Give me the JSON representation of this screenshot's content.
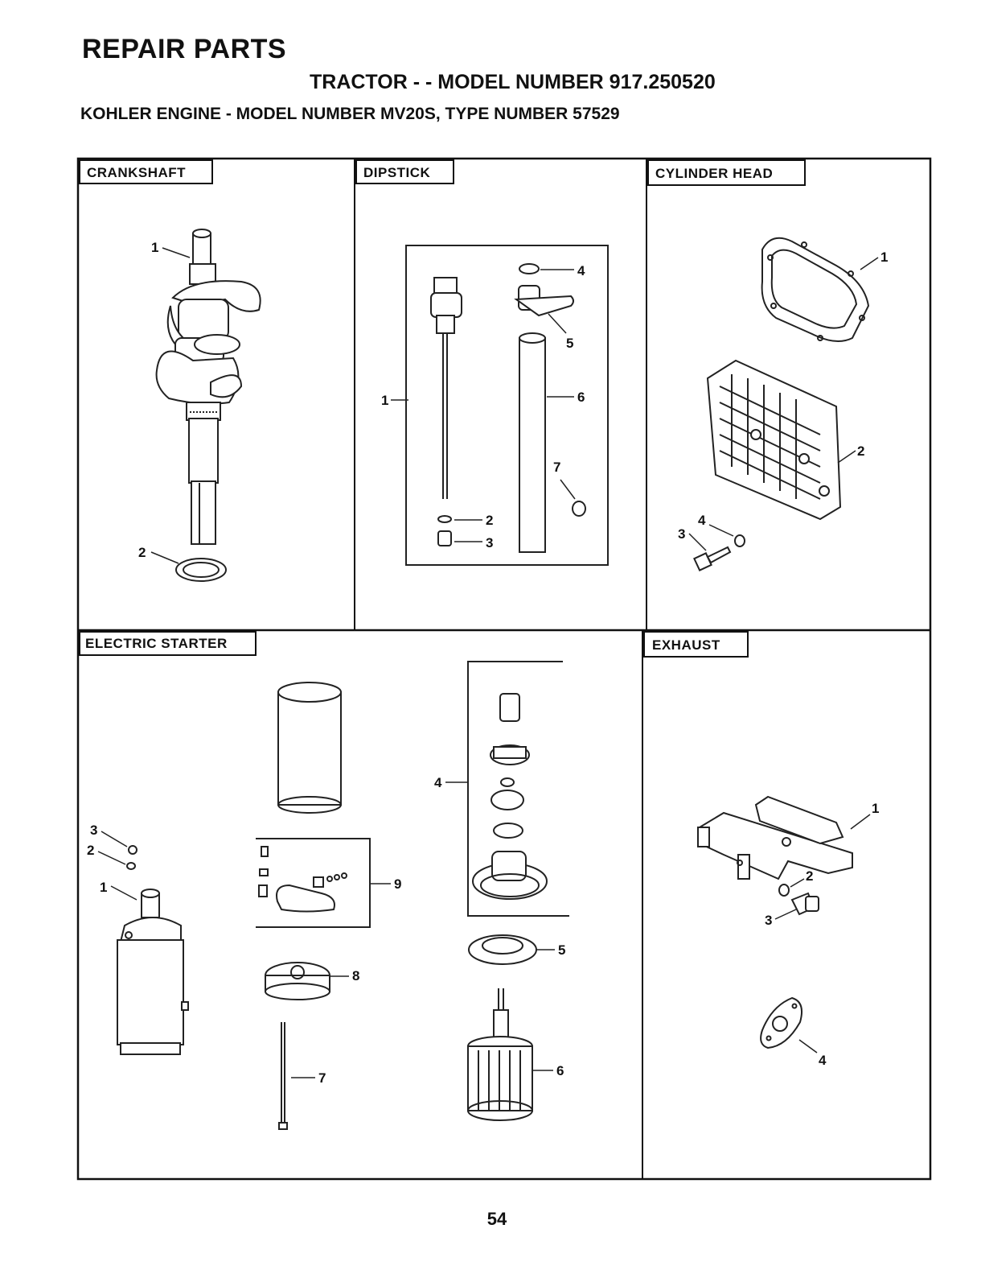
{
  "header": {
    "title": "REPAIR PARTS",
    "subtitle": "TRACTOR - - MODEL NUMBER 917.250520",
    "engine": "KOHLER ENGINE - MODEL NUMBER MV20S, TYPE NUMBER 57529"
  },
  "sections": {
    "crankshaft": {
      "title": "CRANKSHAFT",
      "callouts": [
        "1",
        "2"
      ]
    },
    "dipstick": {
      "title": "DIPSTICK",
      "callouts": [
        "1",
        "2",
        "3",
        "4",
        "5",
        "6",
        "7"
      ]
    },
    "cylinder_head": {
      "title": "CYLINDER HEAD",
      "callouts": [
        "1",
        "2",
        "3",
        "4"
      ]
    },
    "electric_starter": {
      "title": "ELECTRIC STARTER",
      "callouts": [
        "1",
        "2",
        "3",
        "4",
        "5",
        "6",
        "7",
        "8",
        "9"
      ]
    },
    "exhaust": {
      "title": "EXHAUST",
      "callouts": [
        "1",
        "2",
        "3",
        "4"
      ]
    }
  },
  "footer": {
    "page_number": "54"
  }
}
